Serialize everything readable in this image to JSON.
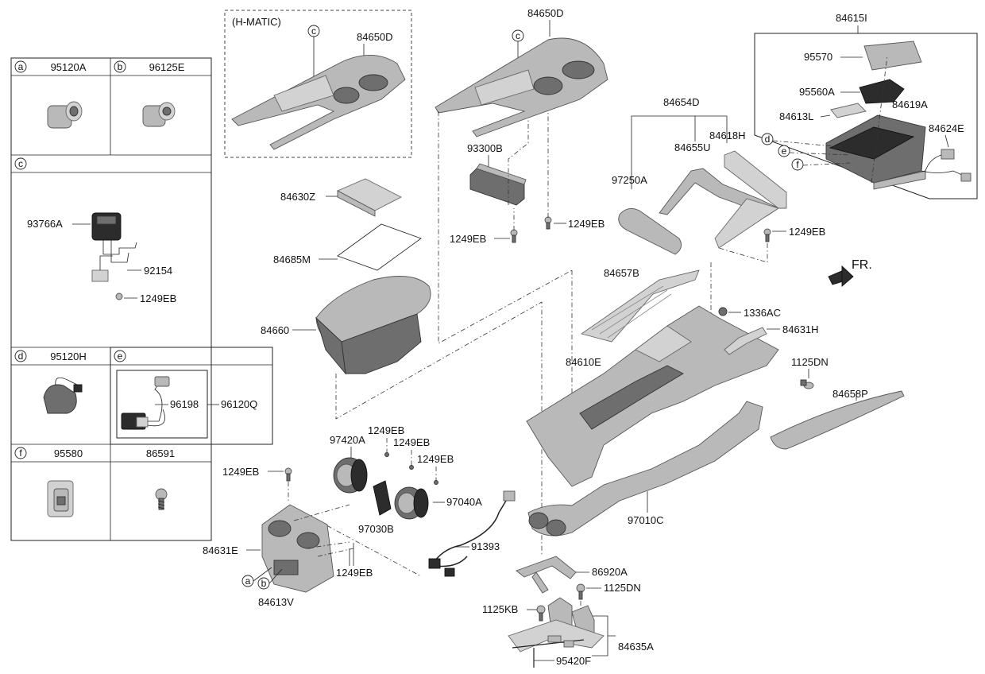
{
  "legend_cells": [
    {
      "letter": "a",
      "part": "95120A"
    },
    {
      "letter": "b",
      "part": "96125E"
    },
    {
      "letter": "c",
      "part": ""
    },
    {
      "letter": "d",
      "part": "95120H"
    },
    {
      "letter": "e",
      "part": ""
    },
    {
      "letter": "f",
      "part": "95580"
    },
    {
      "letter": "",
      "part": "86591"
    }
  ],
  "legend_inner_labels": {
    "c1": "93766A",
    "c2": "92154",
    "c3": "1249EB",
    "e1": "96198",
    "e2": "96120Q"
  },
  "hmatic": {
    "title": "(H-MATIC)",
    "part": "84650D",
    "callout": "c"
  },
  "labels": {
    "p84650D_b": "84650D",
    "p84615I": "84615I",
    "p95570": "95570",
    "p95560A": "95560A",
    "p84613L": "84613L",
    "p84619A": "84619A",
    "p84624E": "84624E",
    "p84654D": "84654D",
    "p84618H": "84618H",
    "p84655U": "84655U",
    "p97250A": "97250A",
    "p93300B": "93300B",
    "p1249EB_1": "1249EB",
    "p1249EB_2": "1249EB",
    "p1249EB_3": "1249EB",
    "p84630Z": "84630Z",
    "p84685M": "84685M",
    "p84660": "84660",
    "p84657B": "84657B",
    "p1336AC": "1336AC",
    "p84631H": "84631H",
    "p1125DN_1": "1125DN",
    "p84610E": "84610E",
    "p84658P": "84658P",
    "p97420A": "97420A",
    "p1249EB_4": "1249EB",
    "p1249EB_5": "1249EB",
    "p1249EB_6": "1249EB",
    "p1249EB_7": "1249EB",
    "p97040A": "97040A",
    "p97030B": "97030B",
    "p91393": "91393",
    "p84631E": "84631E",
    "p1249EB_8": "1249EB",
    "p84613V": "84613V",
    "p97010C": "97010C",
    "p86920A": "86920A",
    "p1125DN_2": "1125DN",
    "p1125KB": "1125KB",
    "p84635A": "84635A",
    "p95420F": "95420F",
    "fr": "FR."
  },
  "callouts": {
    "c_top": "c",
    "d": "d",
    "e": "e",
    "f": "f",
    "a": "a",
    "b": "b"
  }
}
